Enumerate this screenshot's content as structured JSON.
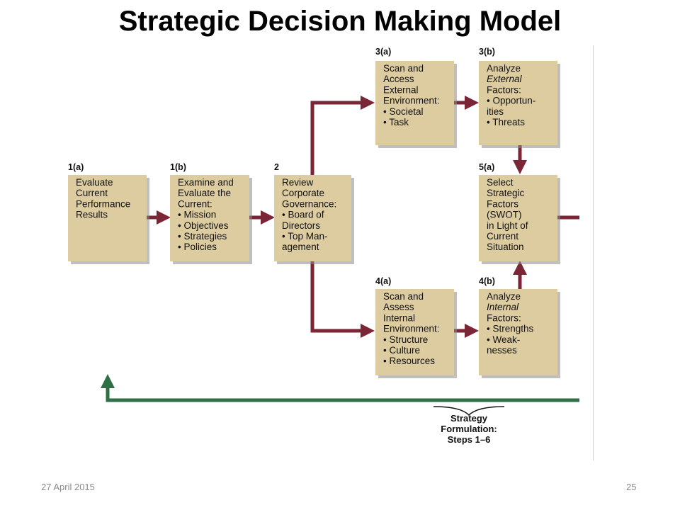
{
  "title": "Strategic Decision Making Model",
  "footer": {
    "date": "27 April 2015",
    "page": "25"
  },
  "colors": {
    "box": "#dccca0",
    "arrow": "#7a2636",
    "return_arrow": "#2f6f44"
  },
  "boxes": [
    {
      "step": "1(a)",
      "lines": [
        "Evaluate",
        "Current",
        "Performance",
        "Results"
      ]
    },
    {
      "step": "1(b)",
      "lines": [
        "Examine and",
        "Evaluate the",
        "Current:",
        "• Mission",
        "• Objectives",
        "• Strategies",
        "• Policies"
      ]
    },
    {
      "step": "2",
      "lines": [
        "Review",
        "Corporate",
        "Governance:",
        "• Board of",
        "   Directors",
        "• Top Man-",
        "   agement"
      ]
    },
    {
      "step": "3(a)",
      "lines": [
        "Scan and",
        "Access",
        "External",
        "Environment:",
        "• Societal",
        "• Task"
      ]
    },
    {
      "step": "3(b)",
      "lines": [
        "Analyze",
        "External",
        "Factors:",
        "• Opportun-",
        "   ities",
        "• Threats"
      ]
    },
    {
      "step": "4(a)",
      "lines": [
        "Scan and",
        "Assess",
        "Internal",
        "Environment:",
        "• Structure",
        "• Culture",
        "• Resources"
      ]
    },
    {
      "step": "4(b)",
      "lines": [
        "Analyze",
        "Internal",
        "Factors:",
        "• Strengths",
        "• Weak-",
        "   nesses"
      ]
    },
    {
      "step": "5(a)",
      "lines": [
        "Select",
        "Strategic",
        "Factors",
        "(SWOT)",
        "in Light of",
        "Current",
        "Situation"
      ]
    }
  ],
  "caption": [
    "Strategy",
    "Formulation:",
    "Steps 1–6"
  ]
}
